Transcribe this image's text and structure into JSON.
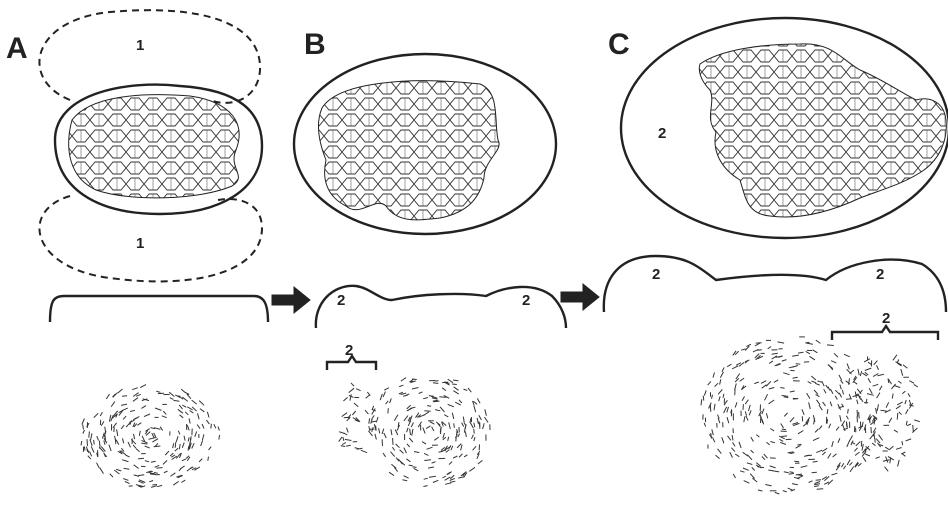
{
  "panels": [
    {
      "letter": "A",
      "region_labels": [
        "1",
        "1"
      ]
    },
    {
      "letter": "B",
      "region_labels": [
        "2",
        "2",
        "2"
      ]
    },
    {
      "letter": "C",
      "region_labels": [
        "2",
        "2",
        "2",
        "2"
      ]
    }
  ],
  "colors": {
    "ink": "#222222",
    "background": "#ffffff"
  },
  "icons": [
    "right-arrow-icon",
    "right-arrow-icon"
  ]
}
